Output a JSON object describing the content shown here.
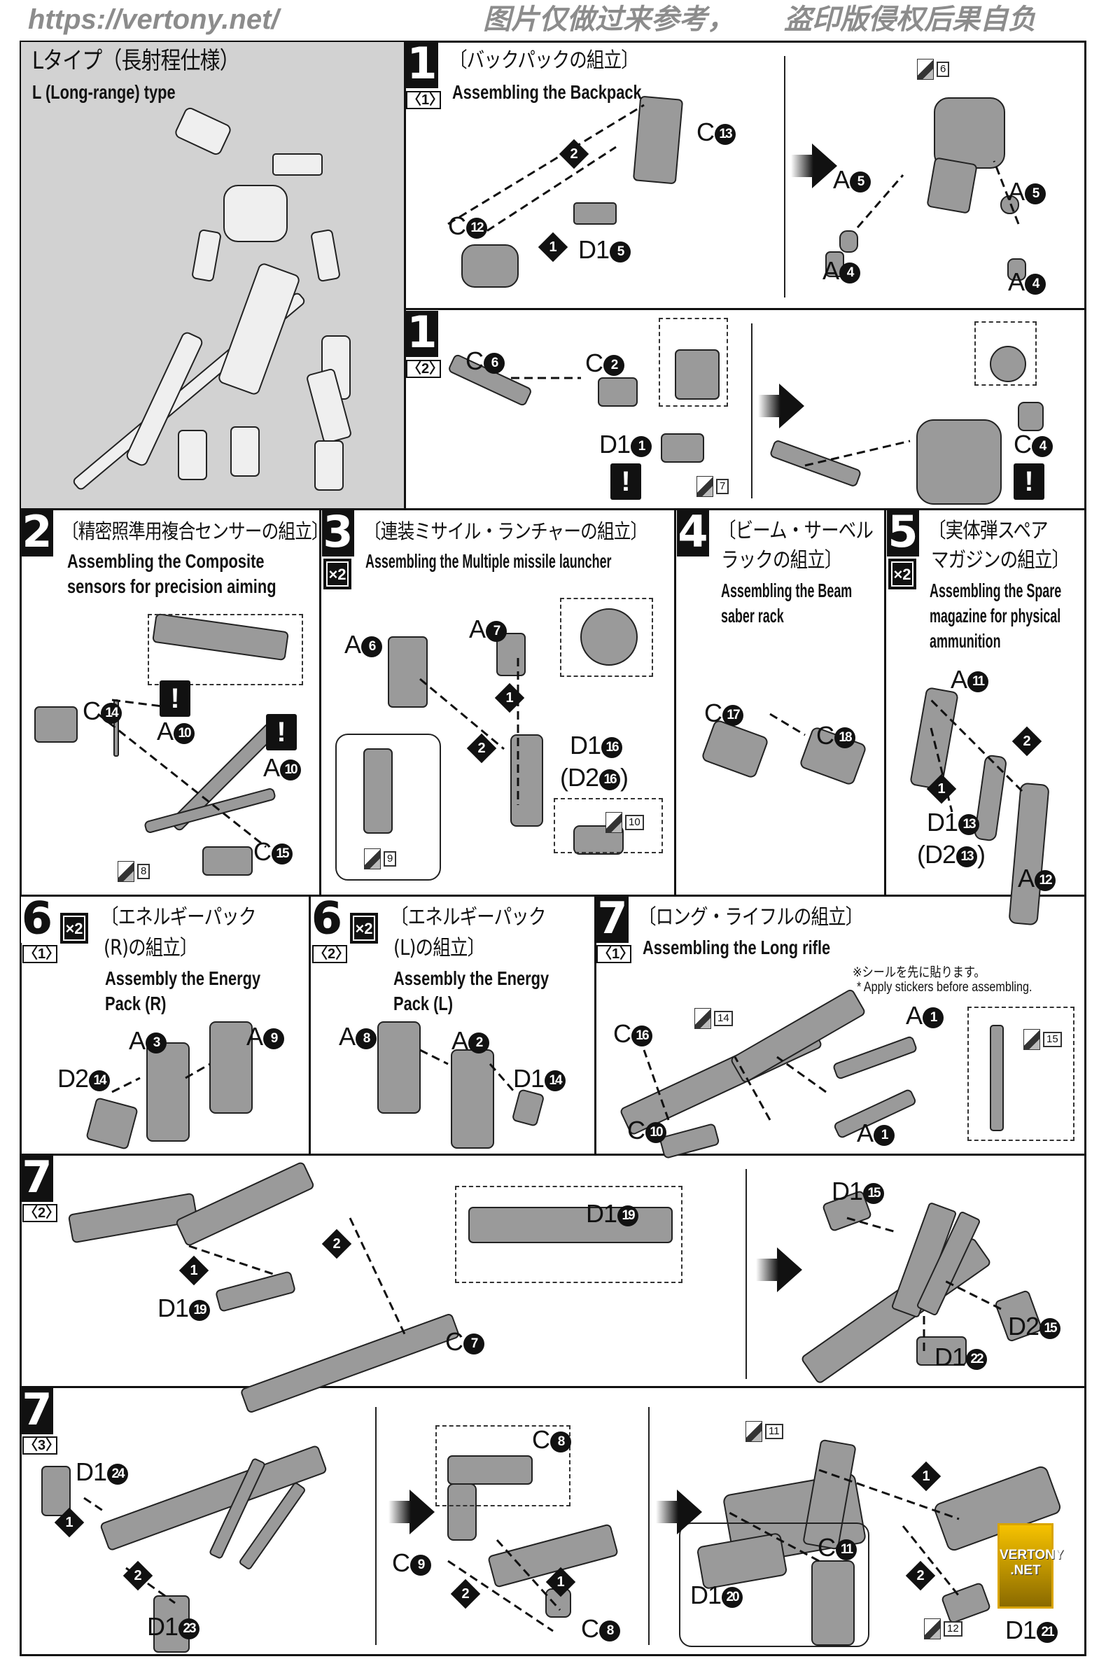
{
  "l_type": {
    "title_jp": "Lタイプ（長射程仕様）",
    "title_en": "L (Long-range) type"
  },
  "steps": [
    {
      "number": "1",
      "sub": "〈1〉",
      "title_jp": "〔バックパックの組立〕",
      "title_en": "Assembling the Backpack",
      "labels": [
        {
          "part": "C",
          "num": "13"
        },
        {
          "part": "C",
          "num": "12"
        },
        {
          "part": "D1",
          "num": "5"
        },
        {
          "part": "A",
          "num": "5"
        },
        {
          "part": "A",
          "num": "5"
        },
        {
          "part": "A",
          "num": "4"
        },
        {
          "part": "A",
          "num": "4"
        }
      ],
      "order_marks": [
        "2",
        "1"
      ],
      "stickers": [
        "6"
      ],
      "warnings": []
    },
    {
      "number": "1",
      "sub": "〈2〉",
      "labels": [
        {
          "part": "C",
          "num": "6"
        },
        {
          "part": "C",
          "num": "2"
        },
        {
          "part": "D1",
          "num": "1"
        },
        {
          "part": "C",
          "num": "4"
        }
      ],
      "order_marks": [],
      "stickers": [
        "7"
      ],
      "warnings": [
        "!",
        "!"
      ]
    },
    {
      "number": "2",
      "title_jp": "〔精密照準用複合センサーの組立〕",
      "title_en_1": "Assembling the Composite",
      "title_en_2": "sensors for precision aiming",
      "labels": [
        {
          "part": "C",
          "num": "14"
        },
        {
          "part": "A",
          "num": "10"
        },
        {
          "part": "A",
          "num": "10"
        },
        {
          "part": "C",
          "num": "15"
        }
      ],
      "order_marks": [],
      "stickers": [
        "8"
      ],
      "warnings": [
        "!",
        "!"
      ]
    },
    {
      "number": "3",
      "multiplier": "×2",
      "title_jp": "〔連装ミサイル・ランチャーの組立〕",
      "title_en": "Assembling the Multiple missile launcher",
      "labels": [
        {
          "part": "A",
          "num": "6"
        },
        {
          "part": "A",
          "num": "7"
        },
        {
          "part": "D1",
          "num": "16"
        },
        {
          "part": "(D2",
          "num": "16",
          "close": ")"
        }
      ],
      "order_marks": [
        "1",
        "2"
      ],
      "stickers": [
        "9",
        "10"
      ]
    },
    {
      "number": "4",
      "title_jp_1": "〔ビーム・サーベル",
      "title_jp_2": "ラックの組立〕",
      "title_en_1": "Assembling the Beam",
      "title_en_2": "saber rack",
      "labels": [
        {
          "part": "C",
          "num": "17"
        },
        {
          "part": "C",
          "num": "18"
        }
      ],
      "order_marks": []
    },
    {
      "number": "5",
      "multiplier": "×2",
      "title_jp_1": "〔実体弾スペア",
      "title_jp_2": "マガジンの組立〕",
      "title_en_1": "Assembling the Spare",
      "title_en_2": "magazine for physical",
      "title_en_3": "ammunition",
      "labels": [
        {
          "part": "A",
          "num": "11"
        },
        {
          "part": "D1",
          "num": "13"
        },
        {
          "part": "(D2",
          "num": "13",
          "close": ")"
        },
        {
          "part": "A",
          "num": "12"
        }
      ],
      "order_marks": [
        "2",
        "1"
      ]
    },
    {
      "number": "6",
      "sub": "〈1〉",
      "multiplier": "×2",
      "title_jp_1": "〔エネルギーパック",
      "title_jp_2": "(R)の組立〕",
      "title_en_1": "Assembly the Energy",
      "title_en_2": "Pack (R)",
      "labels": [
        {
          "part": "A",
          "num": "3"
        },
        {
          "part": "A",
          "num": "9"
        },
        {
          "part": "D2",
          "num": "14"
        }
      ]
    },
    {
      "number": "6",
      "sub": "〈2〉",
      "multiplier": "×2",
      "title_jp_1": "〔エネルギーパック",
      "title_jp_2": "(L)の組立〕",
      "title_en_1": "Assembly the Energy",
      "title_en_2": "Pack (L)",
      "labels": [
        {
          "part": "A",
          "num": "8"
        },
        {
          "part": "A",
          "num": "2"
        },
        {
          "part": "D1",
          "num": "14"
        }
      ]
    },
    {
      "number": "7",
      "sub": "〈1〉",
      "title_jp": "〔ロング・ライフルの組立〕",
      "title_en": "Assembling the Long rifle",
      "note_jp": "※シールを先に貼ります。",
      "note_en": "* Apply stickers before assembling.",
      "labels": [
        {
          "part": "C",
          "num": "16"
        },
        {
          "part": "A",
          "num": "1"
        },
        {
          "part": "A",
          "num": "1"
        },
        {
          "part": "C",
          "num": "10"
        }
      ],
      "stickers": [
        "14",
        "15"
      ]
    },
    {
      "number": "7",
      "sub": "〈2〉",
      "labels": [
        {
          "part": "D1",
          "num": "19"
        },
        {
          "part": "D1",
          "num": "19"
        },
        {
          "part": "C",
          "num": "7"
        },
        {
          "part": "D1",
          "num": "15"
        },
        {
          "part": "D2",
          "num": "15"
        },
        {
          "part": "D1",
          "num": "22"
        }
      ],
      "order_marks": [
        "1",
        "2"
      ]
    },
    {
      "number": "7",
      "sub": "〈3〉",
      "labels": [
        {
          "part": "D1",
          "num": "24"
        },
        {
          "part": "D1",
          "num": "23"
        },
        {
          "part": "C",
          "num": "9"
        },
        {
          "part": "C",
          "num": "8"
        },
        {
          "part": "C",
          "num": "8"
        },
        {
          "part": "C",
          "num": "11"
        },
        {
          "part": "D1",
          "num": "20"
        },
        {
          "part": "D1",
          "num": "21"
        }
      ],
      "order_marks": [
        "1",
        "2",
        "2",
        "1",
        "1",
        "2"
      ],
      "stickers": [
        "11",
        "12"
      ]
    }
  ],
  "watermark": {
    "url": "https://vertony.net/",
    "text_1": "图片仅做过来参考，",
    "text_2": "盗印版侵权后果自负",
    "badge": "VERTONY .NET"
  },
  "colors": {
    "ink": "#111111",
    "part_gray": "#9a9a9a",
    "l_type_bg": "#d2d2d2",
    "badge": "#f0b800"
  }
}
